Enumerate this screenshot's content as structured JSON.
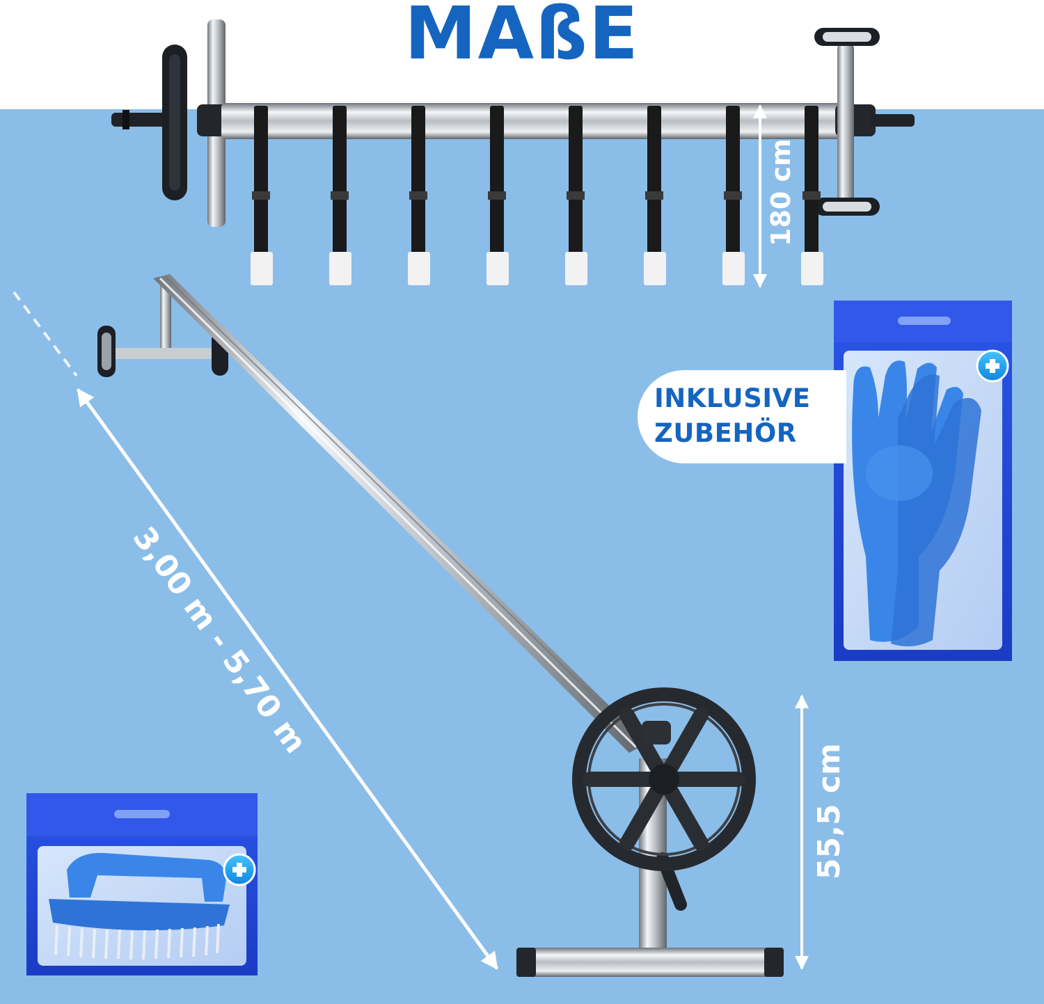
{
  "header": {
    "title": "MAßE"
  },
  "dimensions": {
    "strap_length": "180 cm",
    "tube_length": "3,00 m - 5,70 m",
    "stand_height": "55,5 cm"
  },
  "accessory_badge": {
    "line1": "INKLUSIVE",
    "line2": "ZUBEHÖR"
  },
  "colors": {
    "background_blue": "#8bbde9",
    "brand_blue": "#1565c0",
    "package_blue": "#2244d8",
    "accessory_blue": "#3a86e8",
    "plus_badge": "#1ea0f0"
  },
  "icons": [
    "plus-icon",
    "plus-icon"
  ]
}
